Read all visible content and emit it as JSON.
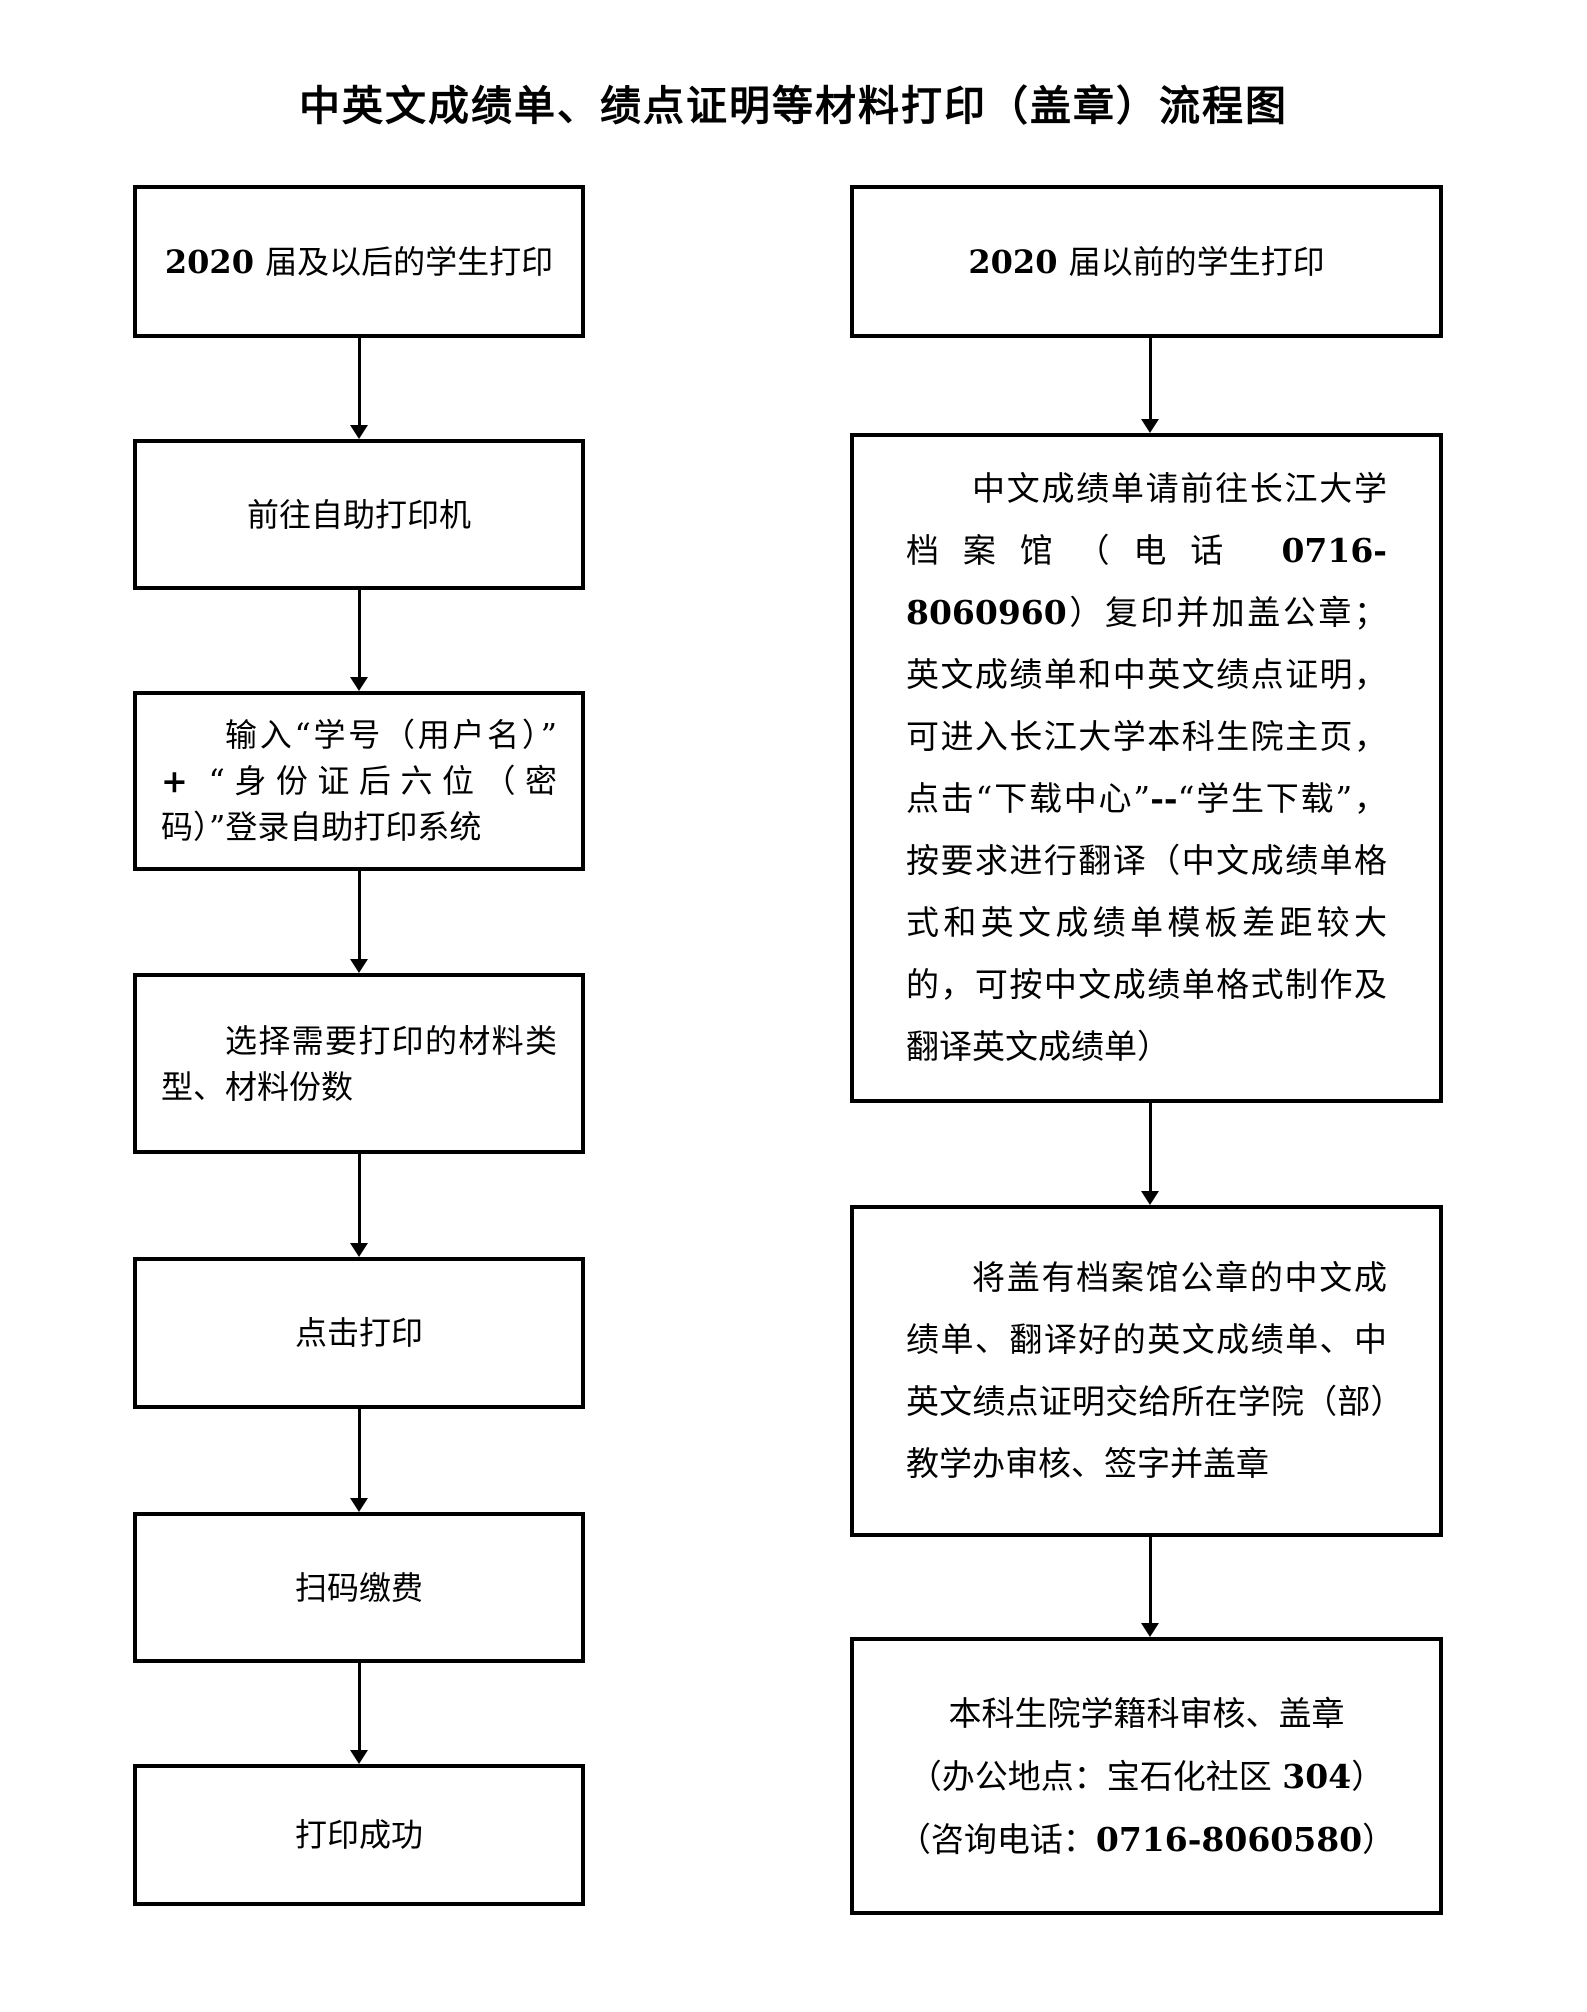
{
  "title": "中英文成绩单、绩点证明等材料打印（盖章）流程图",
  "colors": {
    "background": "#ffffff",
    "border": "#000000",
    "text": "#000000"
  },
  "icons": {
    "arrow": "down-arrow"
  },
  "flow": {
    "left": [
      {
        "id": "students-2020-and-after",
        "lines": [
          {
            "align": "center",
            "segs": [
              {
                "t": "2020 ",
                "b": true
              },
              {
                "t": "届及以后的学生打印"
              }
            ]
          }
        ]
      },
      {
        "id": "go-to-self-service-printer",
        "lines": [
          {
            "align": "center",
            "segs": [
              {
                "t": "前往自助打印机"
              }
            ]
          }
        ]
      },
      {
        "id": "login-self-service-system",
        "lines": [
          {
            "align": "justify",
            "indent": true,
            "segs": [
              {
                "t": "输入“学号（用户名）”"
              },
              {
                "t": " + ",
                "b": true
              },
              {
                "t": "“身份证后六位（密码）”登录自助打印系统"
              }
            ]
          }
        ]
      },
      {
        "id": "select-material-type-count",
        "lines": [
          {
            "align": "justify",
            "indent": true,
            "segs": [
              {
                "t": "选择需要打印的材料类型、材料份数"
              }
            ]
          }
        ]
      },
      {
        "id": "click-print",
        "lines": [
          {
            "align": "center",
            "segs": [
              {
                "t": "点击打印"
              }
            ]
          }
        ]
      },
      {
        "id": "scan-pay",
        "lines": [
          {
            "align": "center",
            "segs": [
              {
                "t": "扫码缴费"
              }
            ]
          }
        ]
      },
      {
        "id": "print-success",
        "lines": [
          {
            "align": "center",
            "segs": [
              {
                "t": "打印成功"
              }
            ]
          }
        ]
      }
    ],
    "right": [
      {
        "id": "students-before-2020",
        "lines": [
          {
            "align": "center",
            "segs": [
              {
                "t": "2020 ",
                "b": true
              },
              {
                "t": "届以前的学生打印"
              }
            ]
          }
        ]
      },
      {
        "id": "archive-copy-and-translate-instructions",
        "lines": [
          {
            "align": "justify",
            "indent": true,
            "segs": [
              {
                "t": "中文成绩单请前往长江大学档案馆（电话 "
              },
              {
                "t": "0716-8060960",
                "b": true
              },
              {
                "t": "）复印并加盖公章；英文成绩单和中英文绩点证明，可进入长江大学本科生院主页，点击“下载中心”"
              },
              {
                "t": "--",
                "b": true
              },
              {
                "t": "“学生下载”，按要求进行翻译（中文成绩单格式和英文成绩单模板差距较大的，可按中文成绩单格式制作及翻译英文成绩单）"
              }
            ]
          }
        ]
      },
      {
        "id": "submit-to-college-teaching-office",
        "lines": [
          {
            "align": "justify",
            "indent": true,
            "segs": [
              {
                "t": "将盖有档案馆公章的中文成绩单、翻译好的英文成绩单、中英文绩点证明交给所在学院（部）教学办审核、签字并盖章"
              }
            ]
          }
        ]
      },
      {
        "id": "registrar-review-stamp",
        "lines": [
          {
            "align": "center",
            "segs": [
              {
                "t": "本科生院学籍科审核、盖章"
              }
            ]
          },
          {
            "align": "center",
            "segs": [
              {
                "t": "（办公地点：宝石化社区 "
              },
              {
                "t": "304",
                "b": true
              },
              {
                "t": "）"
              }
            ]
          },
          {
            "align": "center",
            "segs": [
              {
                "t": "（咨询电话："
              },
              {
                "t": "0716-8060580",
                "b": true
              },
              {
                "t": "）"
              }
            ]
          }
        ]
      }
    ]
  }
}
